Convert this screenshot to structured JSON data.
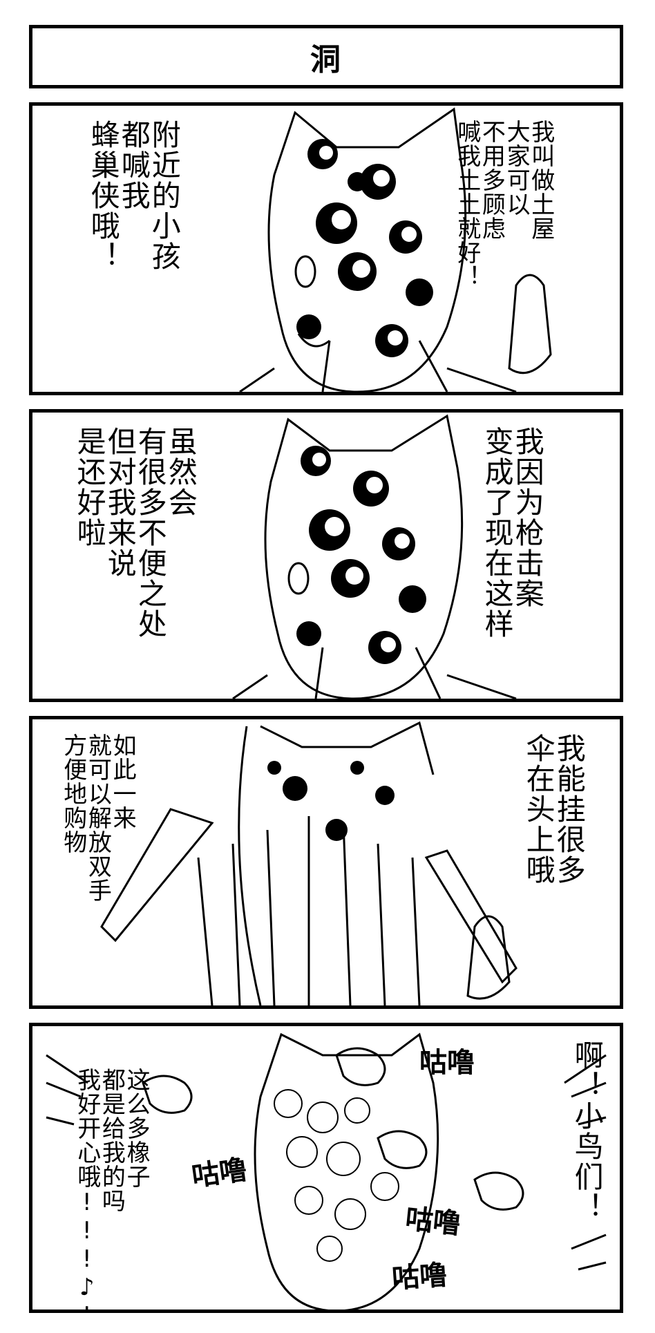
{
  "title": "洞",
  "panels": [
    {
      "left_text": "附近的小孩\n都喊我\n蜂巢侠哦！",
      "right_text": "我叫做土屋\n大家可以\n不用多顾虑\n喊我土土就好！"
    },
    {
      "left_text": "虽然会\n有很多不便之处\n但对我来说\n是还好啦",
      "right_text": "我因为枪击案\n变成了现在这样"
    },
    {
      "left_text": "如此一来\n就可以解放双手\n方便地购物",
      "right_text": "我能挂很多\n伞在头上哦"
    },
    {
      "left_text": "这么多橡子\n都是给我的吗\n我好开心哦!!!♪!?",
      "right_text": "啊！小鸟们！",
      "sfx": [
        "咕噜",
        "咕噜",
        "咕噜",
        "咕噜"
      ]
    }
  ]
}
